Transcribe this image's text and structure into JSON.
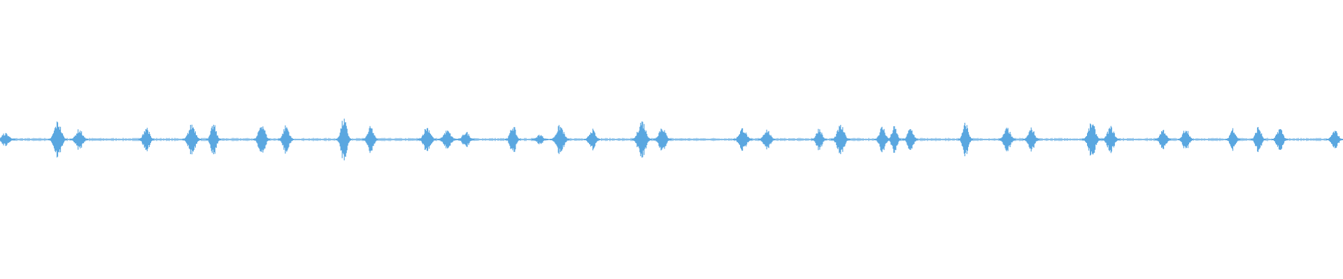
{
  "waveform": {
    "color": "#5aa7e0",
    "baseline_amplitude": 0.012,
    "bursts": [
      {
        "t": 0.004,
        "amp": 0.05
      },
      {
        "t": 0.043,
        "amp": 0.14
      },
      {
        "t": 0.059,
        "amp": 0.08
      },
      {
        "t": 0.109,
        "amp": 0.1
      },
      {
        "t": 0.143,
        "amp": 0.12
      },
      {
        "t": 0.159,
        "amp": 0.12
      },
      {
        "t": 0.195,
        "amp": 0.13
      },
      {
        "t": 0.213,
        "amp": 0.11
      },
      {
        "t": 0.256,
        "amp": 0.16
      },
      {
        "t": 0.276,
        "amp": 0.1
      },
      {
        "t": 0.318,
        "amp": 0.1
      },
      {
        "t": 0.333,
        "amp": 0.07
      },
      {
        "t": 0.347,
        "amp": 0.06
      },
      {
        "t": 0.382,
        "amp": 0.11
      },
      {
        "t": 0.402,
        "amp": 0.04
      },
      {
        "t": 0.417,
        "amp": 0.11
      },
      {
        "t": 0.441,
        "amp": 0.08
      },
      {
        "t": 0.478,
        "amp": 0.15
      },
      {
        "t": 0.493,
        "amp": 0.1
      },
      {
        "t": 0.553,
        "amp": 0.09
      },
      {
        "t": 0.571,
        "amp": 0.08
      },
      {
        "t": 0.61,
        "amp": 0.09
      },
      {
        "t": 0.626,
        "amp": 0.11
      },
      {
        "t": 0.657,
        "amp": 0.1
      },
      {
        "t": 0.666,
        "amp": 0.1
      },
      {
        "t": 0.678,
        "amp": 0.09
      },
      {
        "t": 0.719,
        "amp": 0.13
      },
      {
        "t": 0.75,
        "amp": 0.09
      },
      {
        "t": 0.768,
        "amp": 0.09
      },
      {
        "t": 0.813,
        "amp": 0.13
      },
      {
        "t": 0.827,
        "amp": 0.1
      },
      {
        "t": 0.866,
        "amp": 0.08
      },
      {
        "t": 0.883,
        "amp": 0.09
      },
      {
        "t": 0.918,
        "amp": 0.09
      },
      {
        "t": 0.937,
        "amp": 0.1
      },
      {
        "t": 0.953,
        "amp": 0.09
      },
      {
        "t": 0.994,
        "amp": 0.07
      }
    ]
  }
}
